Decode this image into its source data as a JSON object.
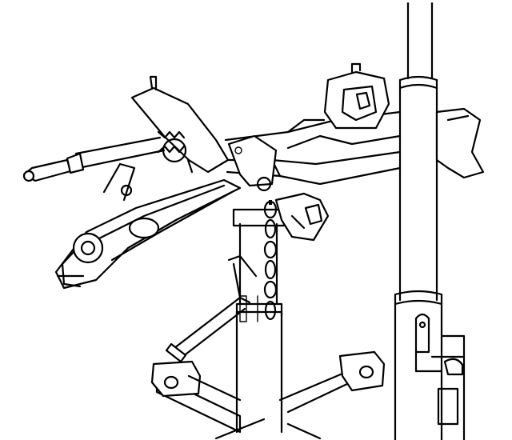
{
  "figure": {
    "kind": "line-art",
    "colors": {
      "ink": "#000000",
      "paper": "#ffffff"
    },
    "parts": [
      "transmission-jack-column",
      "jack-post",
      "jack-base-legs",
      "suspension-crossmember",
      "lower-control-arm",
      "steering-tie-rod",
      "safety-chain",
      "jack-handle",
      "mount-bracket"
    ]
  }
}
